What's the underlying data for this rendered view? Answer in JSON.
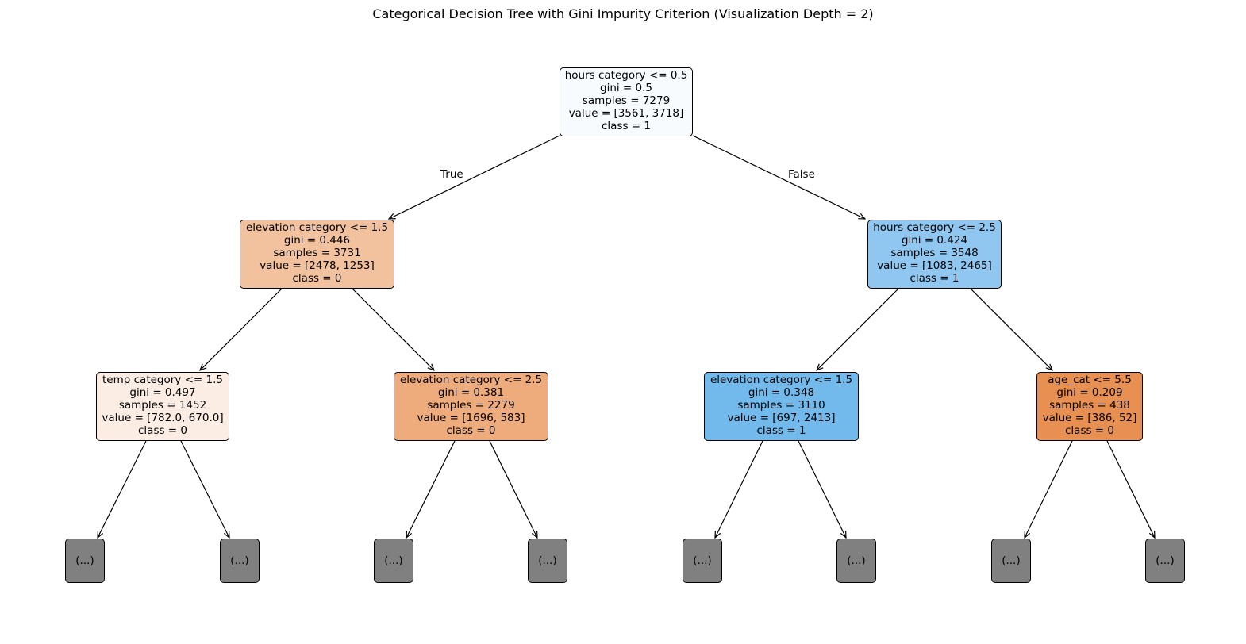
{
  "title": "Categorical Decision Tree with Gini Impurity Criterion (Visualization Depth = 2)",
  "edge_labels": {
    "true_label": "True",
    "false_label": "False"
  },
  "nodes": [
    {
      "id": "root",
      "color": "#f7fbfe",
      "lines": [
        "hours category <= 0.5",
        "gini = 0.5",
        "samples = 7279",
        "value = [3561, 3718]",
        "class = 1"
      ]
    },
    {
      "id": "l",
      "color": "#f2c29f",
      "lines": [
        "elevation category <= 1.5",
        "gini = 0.446",
        "samples = 3731",
        "value = [2478, 1253]",
        "class = 0"
      ]
    },
    {
      "id": "r",
      "color": "#8fc7f0",
      "lines": [
        "hours category <= 2.5",
        "gini = 0.424",
        "samples = 3548",
        "value = [1083, 2465]",
        "class = 1"
      ]
    },
    {
      "id": "ll",
      "color": "#fbede3",
      "lines": [
        "temp category <= 1.5",
        "gini = 0.497",
        "samples = 1452",
        "value = [782.0, 670.0]",
        "class = 0"
      ]
    },
    {
      "id": "lr",
      "color": "#eeab7b",
      "lines": [
        "elevation category <= 2.5",
        "gini = 0.381",
        "samples = 2279",
        "value = [1696, 583]",
        "class = 0"
      ]
    },
    {
      "id": "rl",
      "color": "#72b9ec",
      "lines": [
        "elevation category <= 1.5",
        "gini = 0.348",
        "samples = 3110",
        "value = [697, 2413]",
        "class = 1"
      ]
    },
    {
      "id": "rr",
      "color": "#e89051",
      "lines": [
        "age_cat <= 5.5",
        "gini = 0.209",
        "samples = 438",
        "value = [386, 52]",
        "class = 0"
      ]
    }
  ],
  "truncated_leaf_label": "(...)"
}
